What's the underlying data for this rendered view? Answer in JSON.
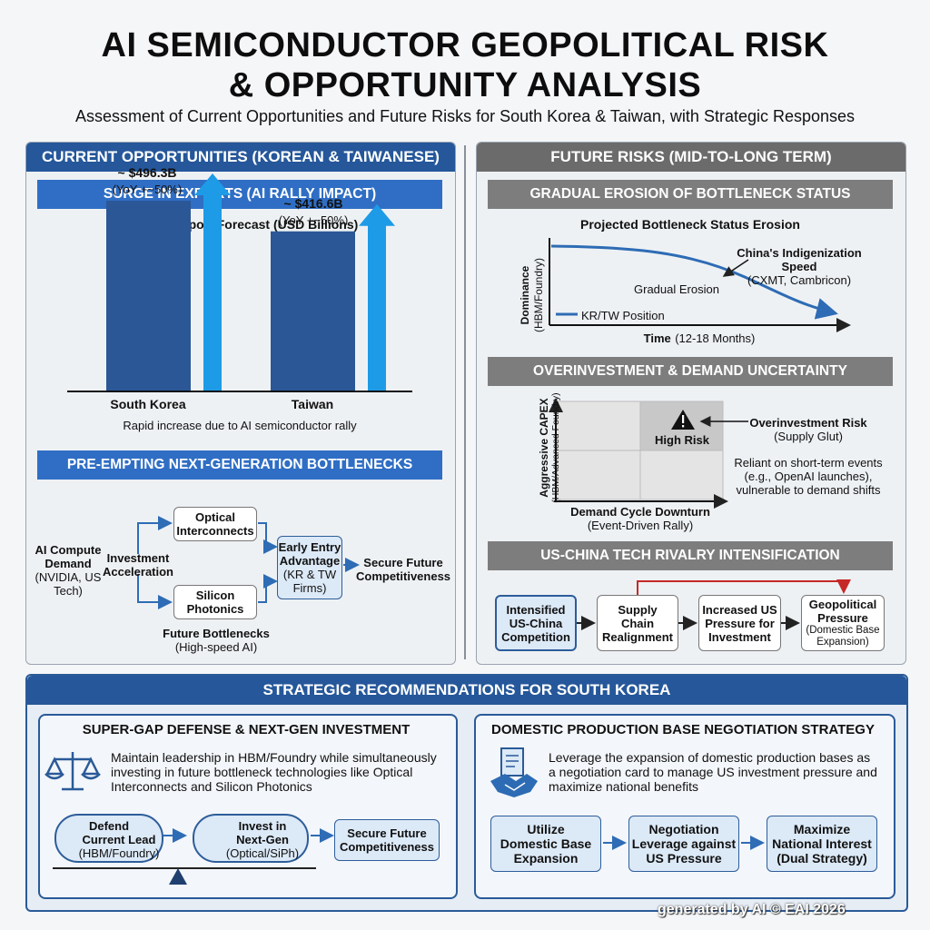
{
  "header": {
    "title_line1": "AI SEMICONDUCTOR GEOPOLITICAL RISK",
    "title_line2": "& OPPORTUNITY ANALYSIS",
    "subtitle": "Assessment of Current Opportunities and Future Risks for South Korea & Taiwan, with Strategic Responses"
  },
  "opportunities": {
    "heading": "CURRENT OPPORTUNITIES (KOREAN & TAIWANESE)",
    "exports_heading": "SURGE IN EXPORTS (AI RALLY IMPACT)",
    "note": "Rapid increase due to AI semiconductor rally",
    "bottleneck_heading": "PRE-EMPTING NEXT-GENERATION BOTTLENECKS",
    "flow": {
      "demand_l1": "AI Compute",
      "demand_l2": "Demand",
      "demand_l3": "(NVIDIA, US",
      "demand_l4": "Tech)",
      "invest_l1": "Investment",
      "invest_l2": "Acceleration",
      "optical_l1": "Optical",
      "optical_l2": "Interconnects",
      "silicon_l1": "Silicon",
      "silicon_l2": "Photonics",
      "early_l1": "Early Entry",
      "early_l2": "Advantage",
      "early_l3": "(KR & TW",
      "early_l4": "Firms)",
      "secure_l1": "Secure Future",
      "secure_l2": "Competitiveness",
      "future_l1": "Future Bottlenecks",
      "future_l2": "(High-speed AI)"
    }
  },
  "chart_data": {
    "type": "bar",
    "title": "H1 2026 Export Forecast (USD Billions)",
    "categories": [
      "South Korea",
      "Taiwan"
    ],
    "values": [
      496.3,
      416.6
    ],
    "data_labels": [
      "~ $496.3B",
      "~ $416.6B"
    ],
    "yoy_labels": [
      "(YoY +~50%)",
      "(YoY +~50%)"
    ],
    "ylim": [
      0,
      780
    ],
    "colors": {
      "bar": "#2b5797",
      "arrow": "#1e9be6"
    }
  },
  "risks": {
    "heading": "FUTURE RISKS (MID-TO-LONG TERM)",
    "erosion_heading": "GRADUAL EROSION OF BOTTLENECK STATUS",
    "erosion_chart": {
      "title": "Projected Bottleneck Status Erosion",
      "ylabel_l1": "Dominance",
      "ylabel_l2": "(HBM/Foundry)",
      "xlabel_bold": "Time",
      "xlabel_rest": "(12-18 Months)",
      "legend": "KR/TW Position",
      "mid_label": "Gradual Erosion",
      "china_l1": "China's Indigenization Speed",
      "china_l2": "(CXMT, Cambricon)"
    },
    "overinvest_heading": "OVERINVESTMENT & DEMAND UNCERTAINTY",
    "matrix": {
      "ylabel_l1": "Aggressive CAPEX",
      "ylabel_l2": "(HBM/Advanced Foundry)",
      "xlabel_l1": "Demand Cycle Downturn",
      "xlabel_l2": "(Event-Driven Rally)",
      "high_risk": "High Risk",
      "risk_l1": "Overinvestment Risk",
      "risk_l2": "(Supply Glut)",
      "reliant_l1": "Reliant on short-term events",
      "reliant_l2": "(e.g., OpenAI launches),",
      "reliant_l3": "vulnerable to demand shifts"
    },
    "rivalry_heading": "US-CHINA TECH RIVALRY INTENSIFICATION",
    "rivalry": {
      "b1_l1": "Intensified",
      "b1_l2": "US-China",
      "b1_l3": "Competition",
      "b2_l1": "Supply",
      "b2_l2": "Chain",
      "b2_l3": "Realignment",
      "b3_l1": "Increased US",
      "b3_l2": "Pressure for",
      "b3_l3": "Investment",
      "b4_l1": "Geopolitical",
      "b4_l2": "Pressure",
      "b4_l3": "(Domestic Base",
      "b4_l4": "Expansion)"
    }
  },
  "recommendations": {
    "heading": "STRATEGIC RECOMMENDATIONS FOR SOUTH KOREA",
    "left": {
      "title": "SUPER-GAP DEFENSE & NEXT-GEN INVESTMENT",
      "desc_l1": "Maintain leadership in HBM/Foundry while simultaneously",
      "desc_l2": "investing in future bottleneck technologies like Optical",
      "desc_l3": "Interconnects and Silicon Photonics",
      "p1_l1": "Defend",
      "p1_l2": "Current Lead",
      "p1_l3": "(HBM/Foundry)",
      "p2_l1": "Invest in",
      "p2_l2": "Next-Gen",
      "p2_l3": "(Optical/SiPh)",
      "p3_l1": "Secure Future",
      "p3_l2": "Competitiveness"
    },
    "right": {
      "title": "DOMESTIC PRODUCTION BASE NEGOTIATION STRATEGY",
      "desc_l1": "Leverage the expansion of domestic production bases as",
      "desc_l2": "a negotiation card to manage US investment pressure and",
      "desc_l3": "maximize national benefits",
      "s1_l1": "Utilize",
      "s1_l2": "Domestic Base",
      "s1_l3": "Expansion",
      "s2_l1": "Negotiation",
      "s2_l2": "Leverage against",
      "s2_l3": "US Pressure",
      "s3_l1": "Maximize",
      "s3_l2": "National Interest",
      "s3_l3": "(Dual Strategy)"
    }
  },
  "footer": {
    "watermark": "generated by AI © EAI 2026"
  }
}
